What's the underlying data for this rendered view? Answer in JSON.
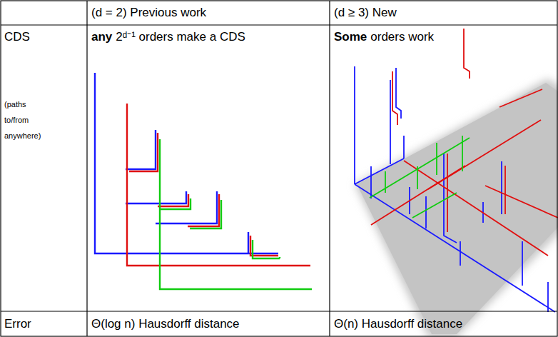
{
  "diagram": {
    "labels": [
      "(d = 2) Previous work",
      "(d ≥ 3) New",
      "CDS",
      "any",
      "2ᵈ⁻¹ orders make a CDS",
      "Some",
      "orders work",
      "(paths to/from anywhere)",
      "Error",
      "Θ(log n) Hausdorff distance",
      "Θ(n) Hausdorff distance"
    ]
  }
}
